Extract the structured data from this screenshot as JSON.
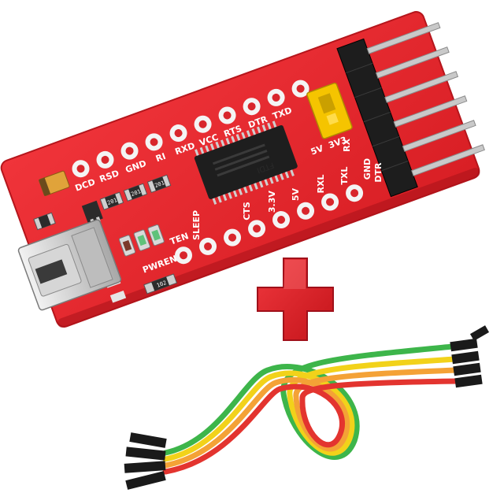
{
  "board": {
    "top_pin_labels": [
      "DCD",
      "RSD",
      "GND",
      "RI",
      "RXD",
      "VCC",
      "RTS",
      "DTR",
      "TXD"
    ],
    "lower_pin_labels": [
      "PWREN",
      "TEN",
      "SLEEP",
      "CTS",
      "3.3V",
      "5V",
      "RXL",
      "TXL"
    ],
    "jumper_labels": [
      "3V3",
      "5V"
    ],
    "right_edge_labels": [
      "GND",
      "DTR",
      "RX"
    ],
    "chip_brand": "FTDI",
    "resistor_codes": [
      "201",
      "201",
      "201",
      "102"
    ],
    "colors": {
      "pcb": "#e8262b",
      "pcb_edge": "#b5161c",
      "pad": "#f4f4f4",
      "jumper": "#f5c400",
      "header": "#1d1d1d",
      "pin": "#c9c9c9",
      "cross": "#e21b22"
    }
  },
  "cable": {
    "wire_colors": [
      "#e3342f",
      "#f4a236",
      "#f2d21a",
      "#3db54a"
    ]
  }
}
